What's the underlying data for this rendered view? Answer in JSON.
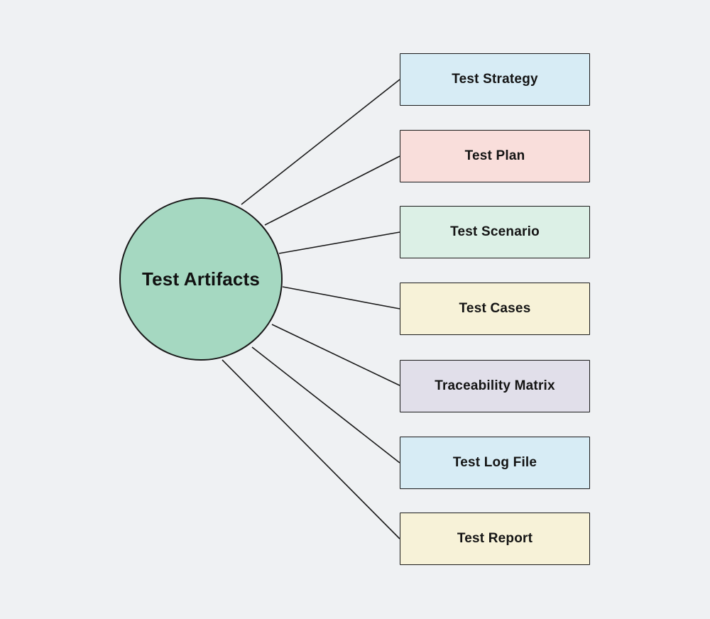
{
  "canvas": {
    "background": "#EFF1F3"
  },
  "diagram": {
    "type": "mindmap-fan",
    "connector_color": "#1a1a1a",
    "center_node": {
      "label": "Test Artifacts",
      "fill": "#A5D8C1",
      "border": "#1a1a1a"
    },
    "nodes": [
      {
        "label": "Test Strategy",
        "fill": "#D7ECF5"
      },
      {
        "label": "Test Plan",
        "fill": "#F9DEDB"
      },
      {
        "label": "Test Scenario",
        "fill": "#DCF0E6"
      },
      {
        "label": "Test Cases",
        "fill": "#F7F2D8"
      },
      {
        "label": "Traceability Matrix",
        "fill": "#E1DFEA"
      },
      {
        "label": "Test Log File",
        "fill": "#D7ECF5"
      },
      {
        "label": "Test Report",
        "fill": "#F7F2D8"
      }
    ]
  }
}
